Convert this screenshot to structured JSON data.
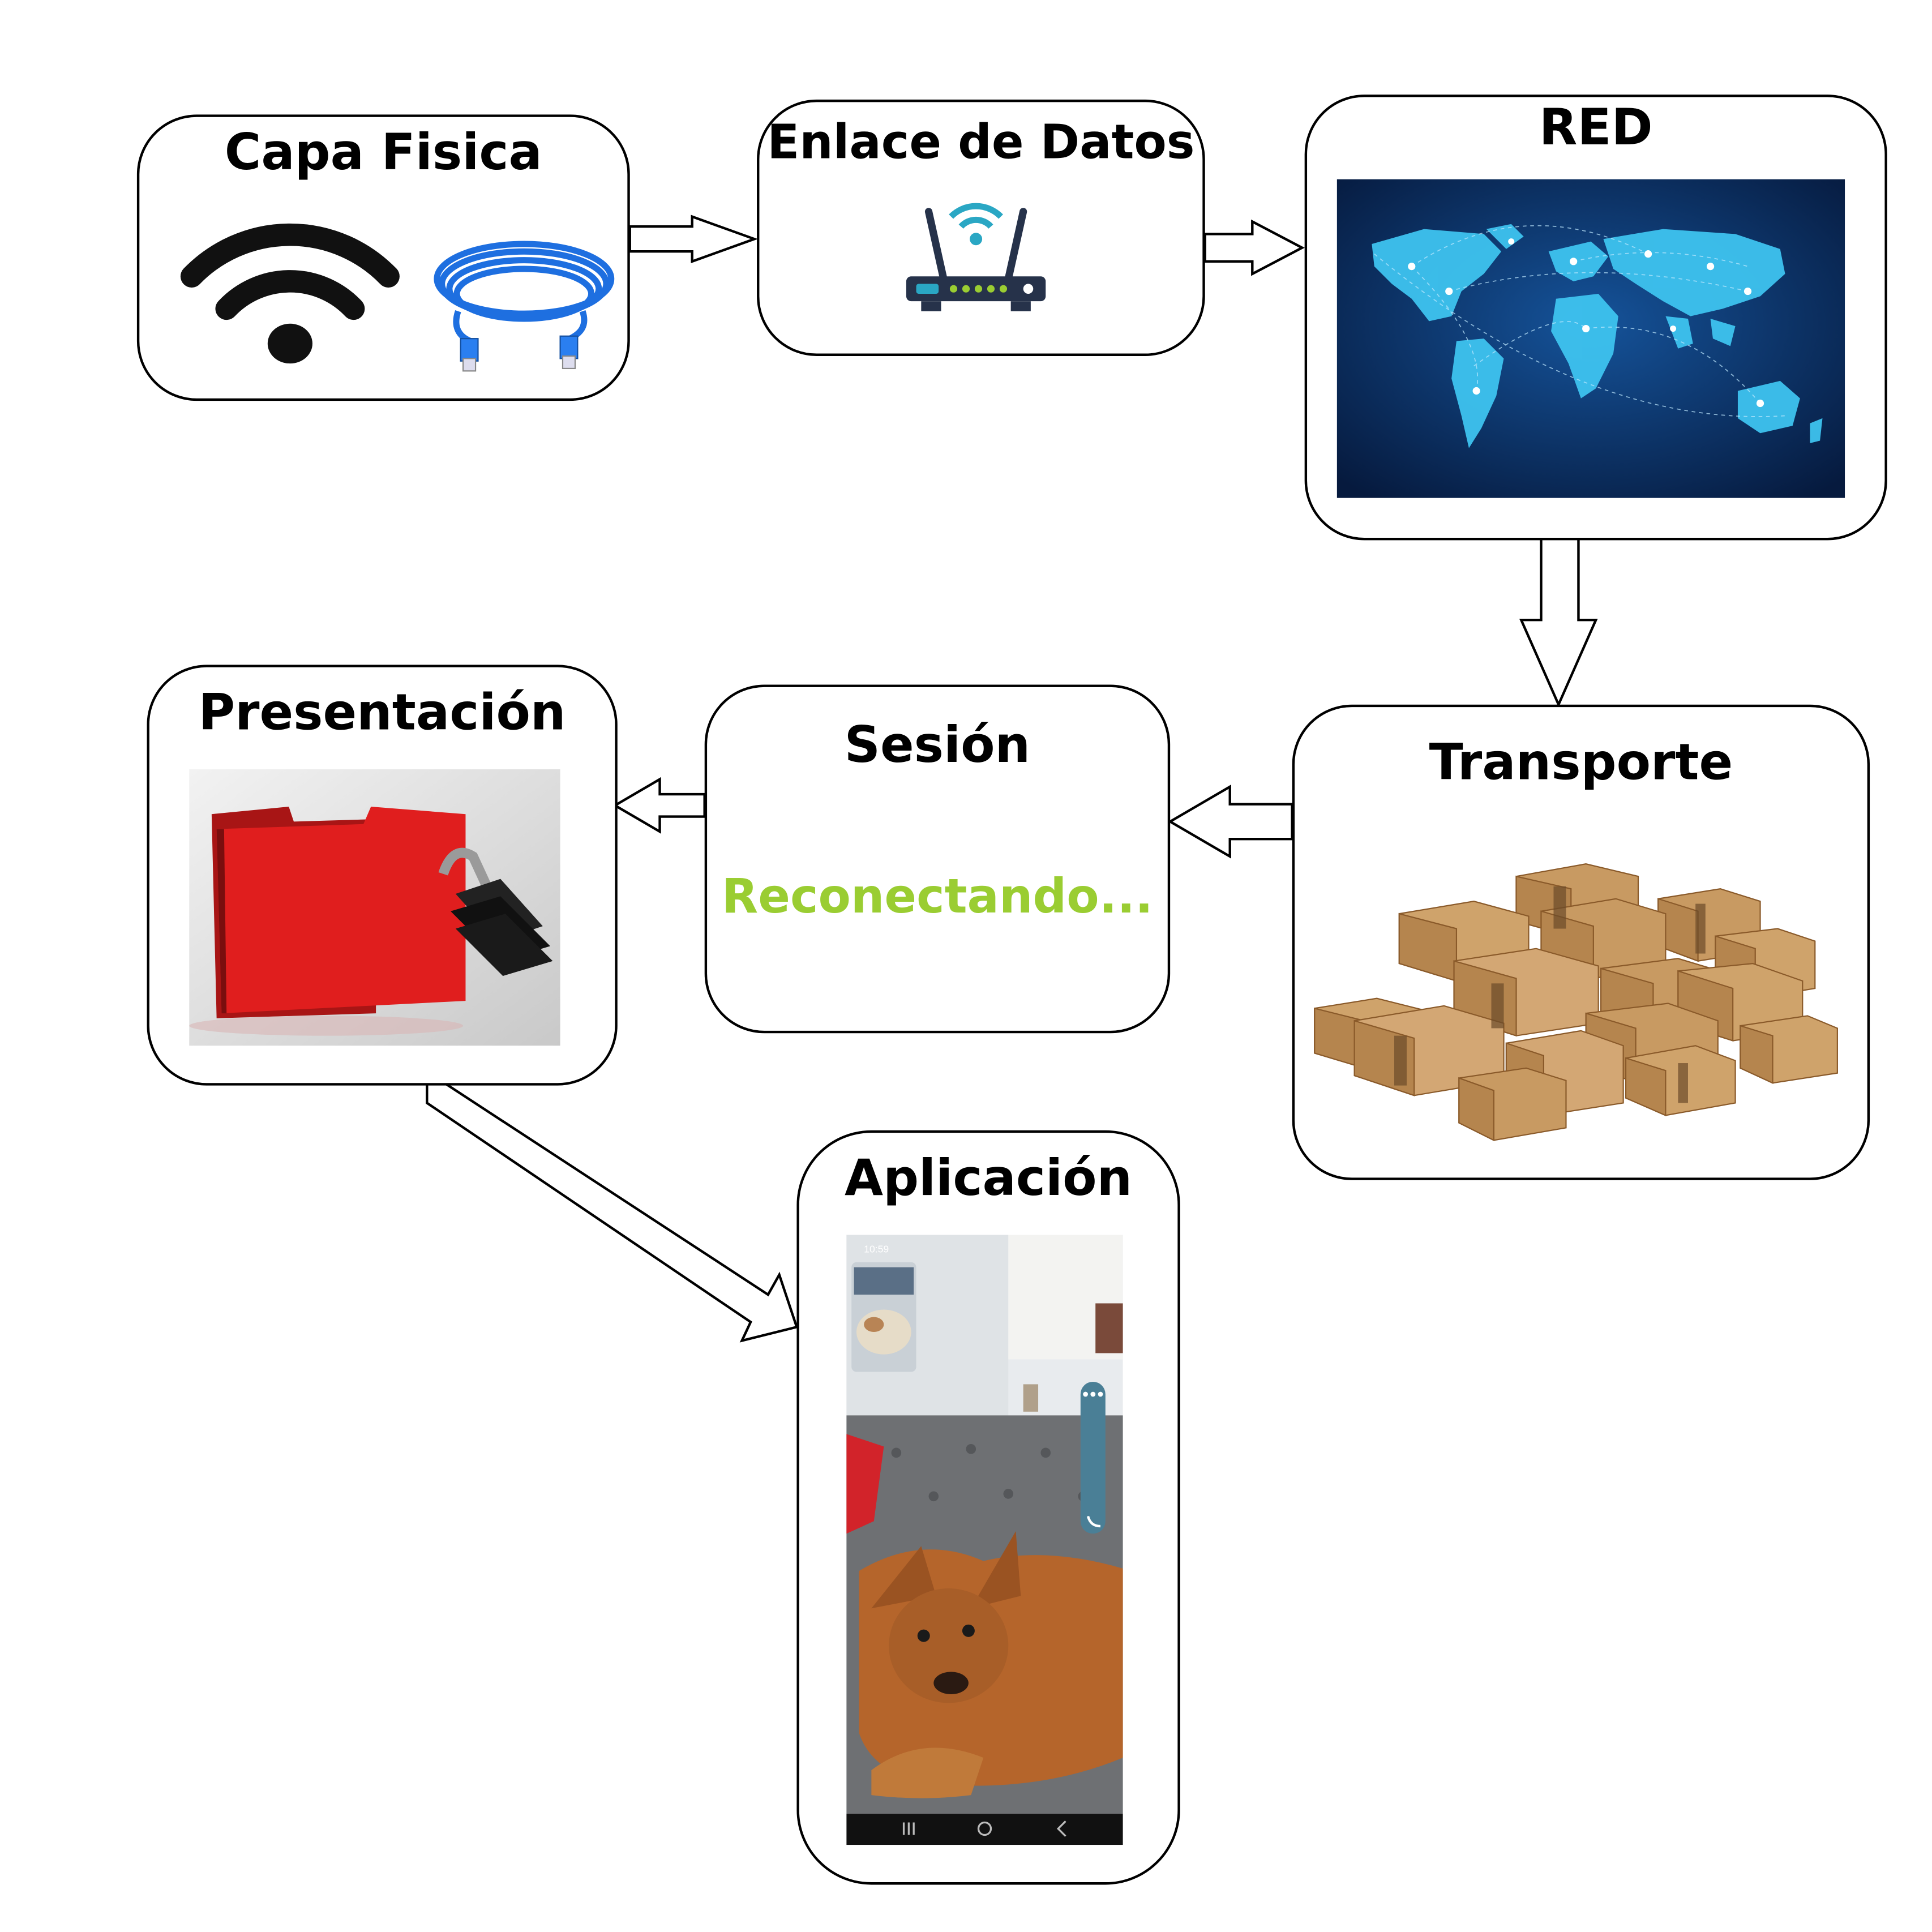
{
  "layers": {
    "fisica": {
      "title": "Capa Fisica",
      "icons": [
        "wifi-icon",
        "ethernet-cable-icon"
      ]
    },
    "enlace": {
      "title": "Enlace de Datos",
      "icons": [
        "router-icon"
      ]
    },
    "red": {
      "title": "RED",
      "icons": [
        "world-network-map-icon"
      ]
    },
    "transporte": {
      "title": "Transporte",
      "icons": [
        "cardboard-boxes-icon"
      ]
    },
    "sesion": {
      "title": "Sesión",
      "status": "Reconectando...",
      "status_color": "#9ACD32"
    },
    "presentacion": {
      "title": "Presentación",
      "icons": [
        "locked-folder-icon"
      ]
    },
    "aplicacion": {
      "title": "Aplicación",
      "phone": {
        "status_time": "10:59"
      }
    }
  },
  "colors": {
    "map_bg": "#0a2a5e",
    "map_land": "#3ec3ef",
    "folder": "#e01e1e",
    "router": "#26324a",
    "router_leds": "#9acd32",
    "cable": "#1e6fe0",
    "box": "#c89a62",
    "phone_call_bar": "#4a7f96"
  }
}
